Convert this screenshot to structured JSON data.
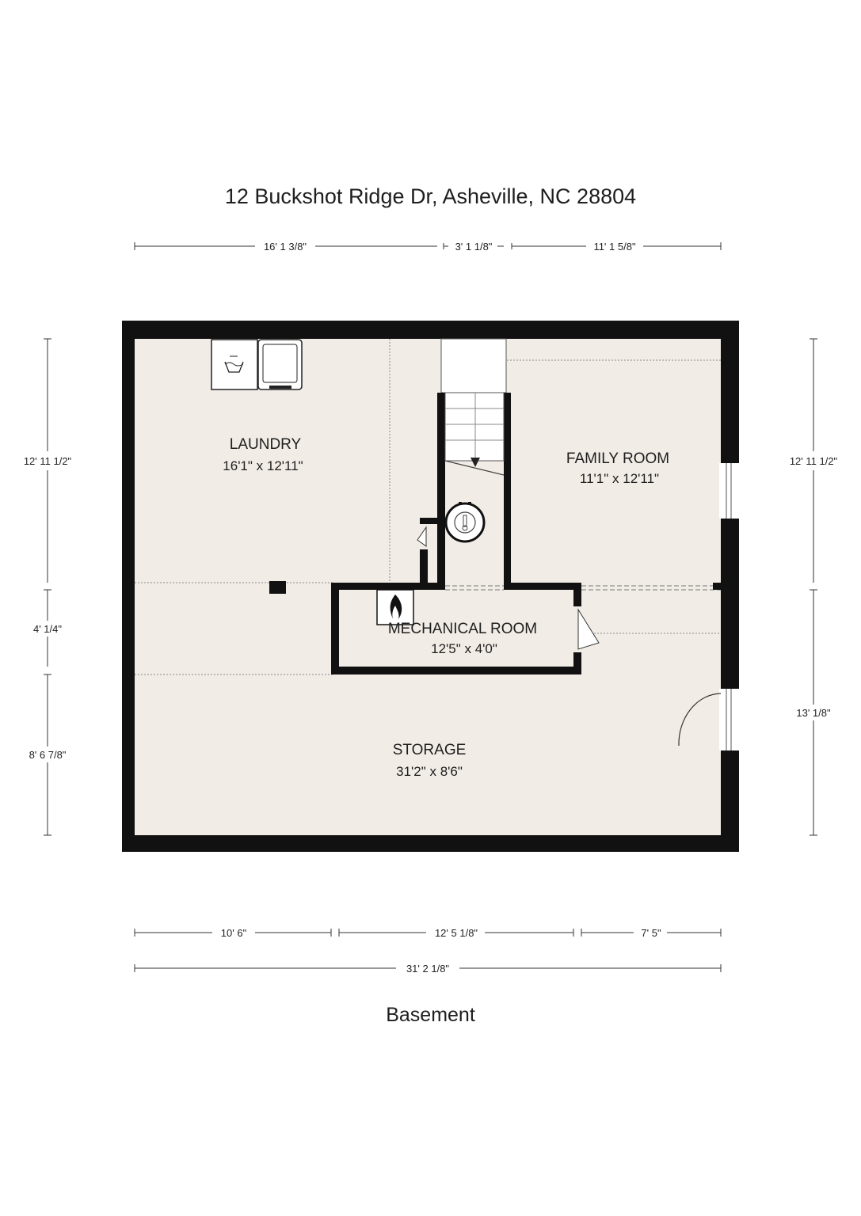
{
  "address": "12 Buckshot Ridge Dr, Asheville, NC 28804",
  "floor_name": "Basement",
  "colors": {
    "floor": "#f2ece6",
    "wall": "#111111",
    "dim_line": "#333333"
  },
  "dimensions": {
    "top": [
      "16' 1 3/8\"",
      "3' 1 1/8\"",
      "11' 1 5/8\""
    ],
    "bottom": [
      "10' 6\"",
      "12' 5 1/8\"",
      "7' 5\""
    ],
    "bottom_total": "31' 2 1/8\"",
    "left": [
      "12' 11 1/2\"",
      "4' 1/4\"",
      "8' 6 7/8\""
    ],
    "right": [
      "12' 11 1/2\"",
      "13' 1/8\""
    ]
  },
  "rooms": {
    "laundry": {
      "name": "LAUNDRY",
      "size": "16'1\" x 12'11\""
    },
    "family": {
      "name": "FAMILY ROOM",
      "size": "11'1\" x 12'11\""
    },
    "mechanical": {
      "name": "MECHANICAL ROOM",
      "size": "12'5\" x 4'0\""
    },
    "storage": {
      "name": "STORAGE",
      "size": "31'2\" x 8'6\""
    }
  },
  "icons": [
    "washer-icon",
    "dryer-icon",
    "water-heater-icon",
    "furnace-icon",
    "stairs-down-arrow-icon"
  ]
}
